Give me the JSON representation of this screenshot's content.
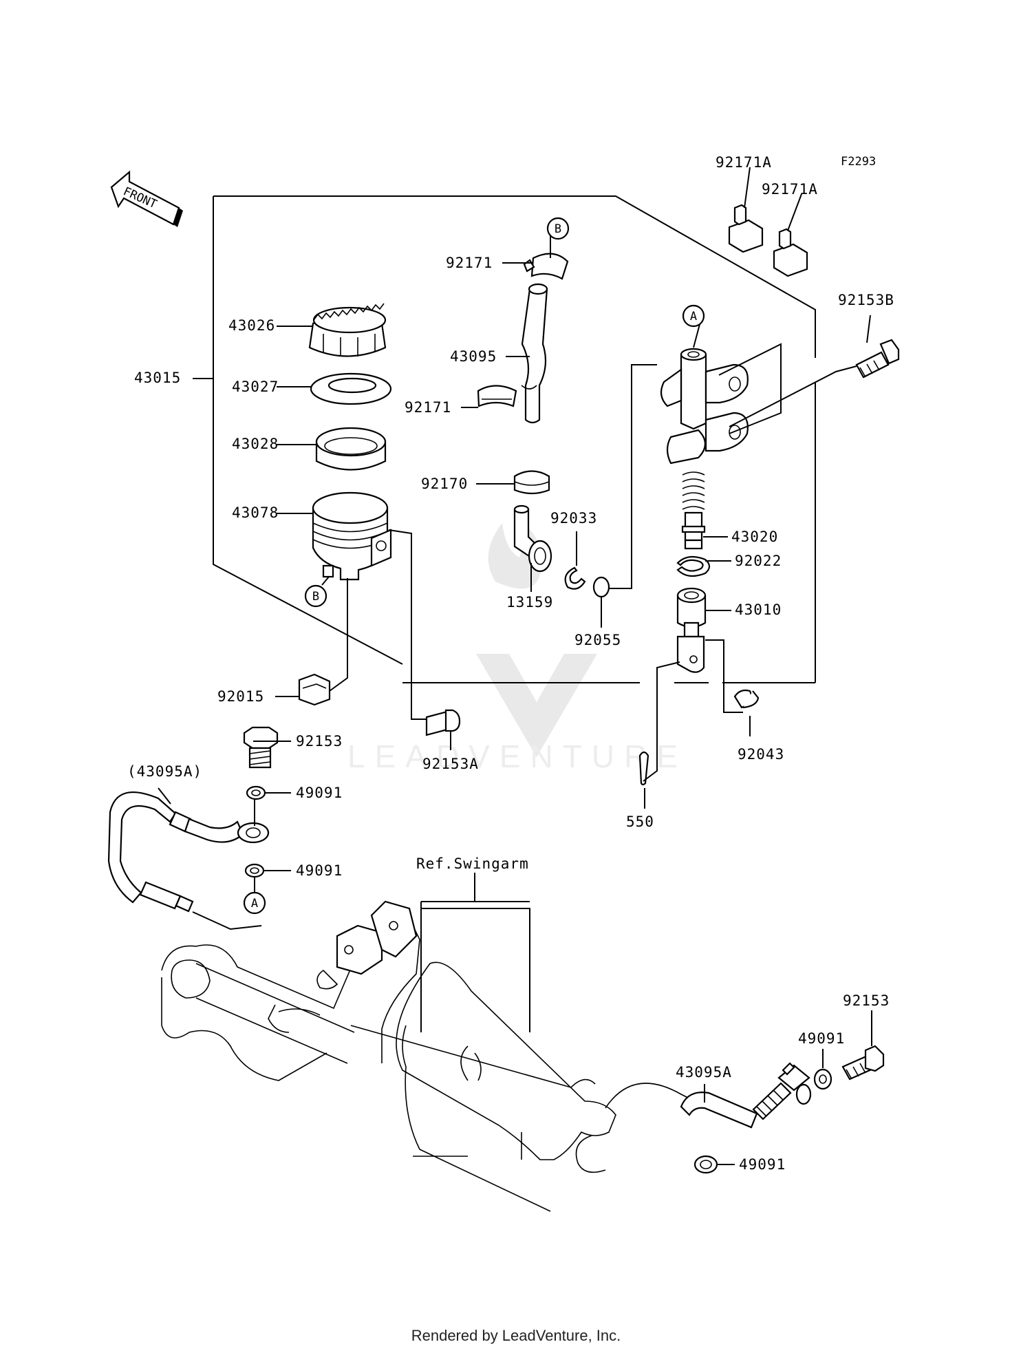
{
  "figure_code": "F2293",
  "front_label": "FRONT",
  "reference_label": "Ref.Swingarm",
  "footer": "Rendered by LeadVenture, Inc.",
  "watermark": "LEADVENTURE",
  "callouts": {
    "c43015": "43015",
    "c43026": "43026",
    "c43027": "43027",
    "c43028": "43028",
    "c43078": "43078",
    "c92015": "92015",
    "c92153A": "92153A",
    "c92171a": "92171",
    "c43095": "43095",
    "c92171b": "92171",
    "c92170": "92170",
    "c92033": "92033",
    "c13159": "13159",
    "c92055": "92055",
    "c92171A_1": "92171A",
    "c92171A_2": "92171A",
    "c92153B": "92153B",
    "c43020": "43020",
    "c92022": "92022",
    "c43010": "43010",
    "c92043": "92043",
    "c550": "550",
    "c92153_top": "92153",
    "c43095A_paren": "(43095A)",
    "c49091_1": "49091",
    "c49091_2": "49091",
    "c92153_right": "92153",
    "c49091_3": "49091",
    "c43095A": "43095A",
    "c49091_4": "49091"
  },
  "markers": {
    "a_top": "A",
    "b_top": "B",
    "b_res": "B",
    "a_bottom": "A"
  }
}
